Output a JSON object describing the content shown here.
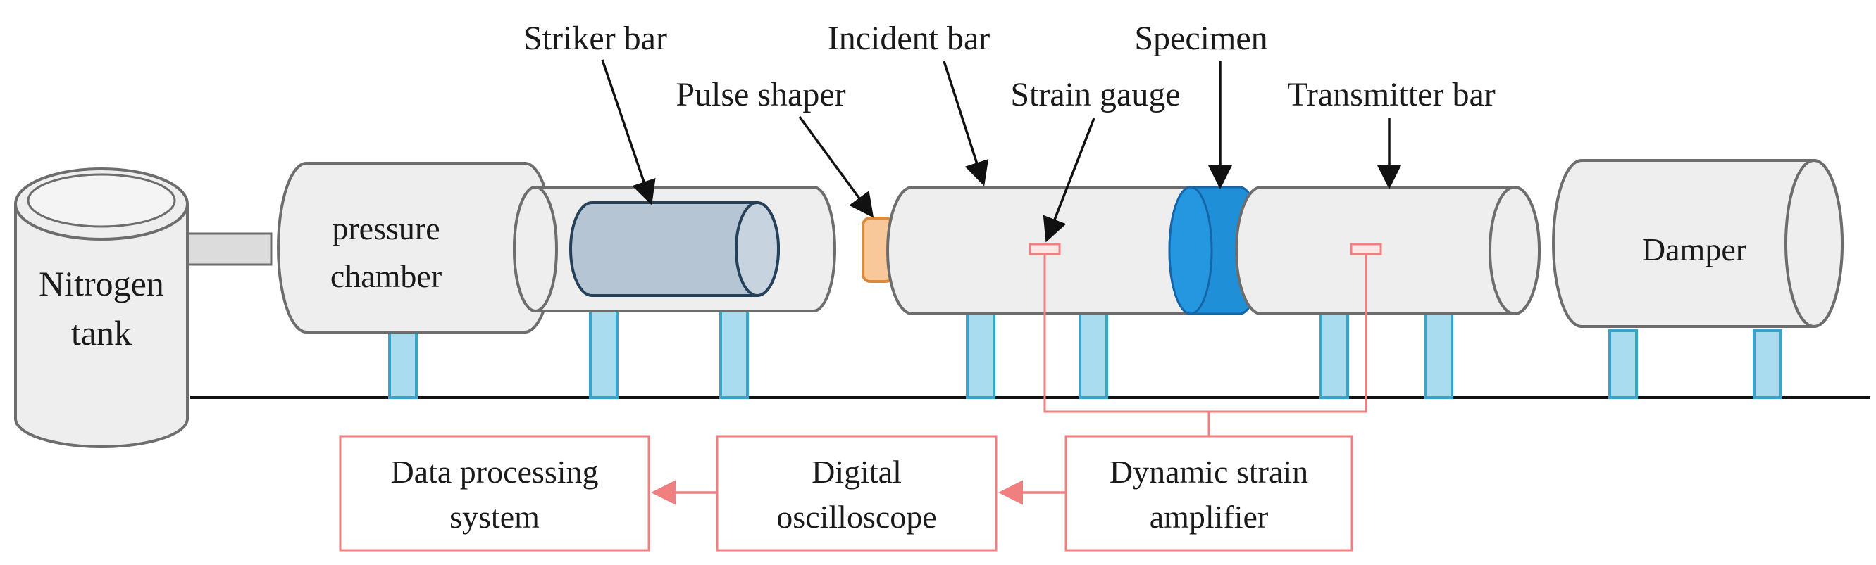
{
  "labels": {
    "striker_bar": "Striker bar",
    "incident_bar": "Incident bar",
    "specimen": "Specimen",
    "pulse_shaper": "Pulse shaper",
    "strain_gauge": "Strain gauge",
    "transmitter_bar": "Transmitter bar",
    "nitrogen_tank_line1": "Nitrogen",
    "nitrogen_tank_line2": "tank",
    "pressure_chamber_line1": "pressure",
    "pressure_chamber_line2": "chamber",
    "damper": "Damper"
  },
  "boxes": {
    "data_processing_line1": "Data processing",
    "data_processing_line2": "system",
    "oscilloscope_line1": "Digital",
    "oscilloscope_line2": "oscilloscope",
    "amplifier_line1": "Dynamic strain",
    "amplifier_line2": "amplifier"
  },
  "colors": {
    "body_fill": "#eeeeee",
    "outline": "#6d6d6d",
    "striker_fill": "#b6c5d3",
    "striker_stroke": "#25415a",
    "support_fill": "#a8dcee",
    "support_stroke": "#3aa5cc",
    "specimen_fill": "#1f8fd8",
    "pulse_shaper_fill": "#f8c89a",
    "pulse_shaper_stroke": "#e08a38",
    "signal_red": "#f08080"
  }
}
